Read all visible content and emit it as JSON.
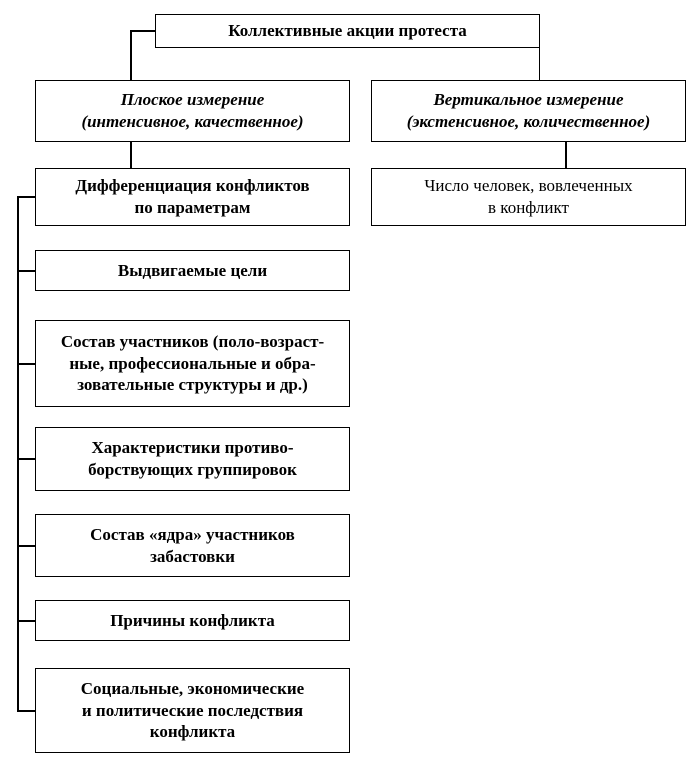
{
  "diagram": {
    "title": "Коллективные акции протеста",
    "root": {
      "label": "Коллективные акции протеста"
    },
    "dimensions": {
      "flat": {
        "label": "Плоское измерение\n(интенсивное, качественное)"
      },
      "vertical": {
        "label": "Вертикальное измерение\n(экстенсивное, количественное)"
      }
    },
    "flat_child": {
      "label": "Дифференциация конфликтов\nпо параметрам"
    },
    "vertical_child": {
      "label": "Число человек, вовлеченных\nв конфликт"
    },
    "parameters": [
      {
        "label": "Выдвигаемые цели"
      },
      {
        "label": "Состав участников (поло-возраст-\nные, профессиональные и обра-\nзовательные структуры и др.)"
      },
      {
        "label": "Характеристики противо-\nборствующих группировок"
      },
      {
        "label": "Состав «ядра» участников\nзабастовки"
      },
      {
        "label": "Причины конфликта"
      },
      {
        "label": "Социальные, экономические\nи политические последствия\nконфликта"
      }
    ]
  }
}
